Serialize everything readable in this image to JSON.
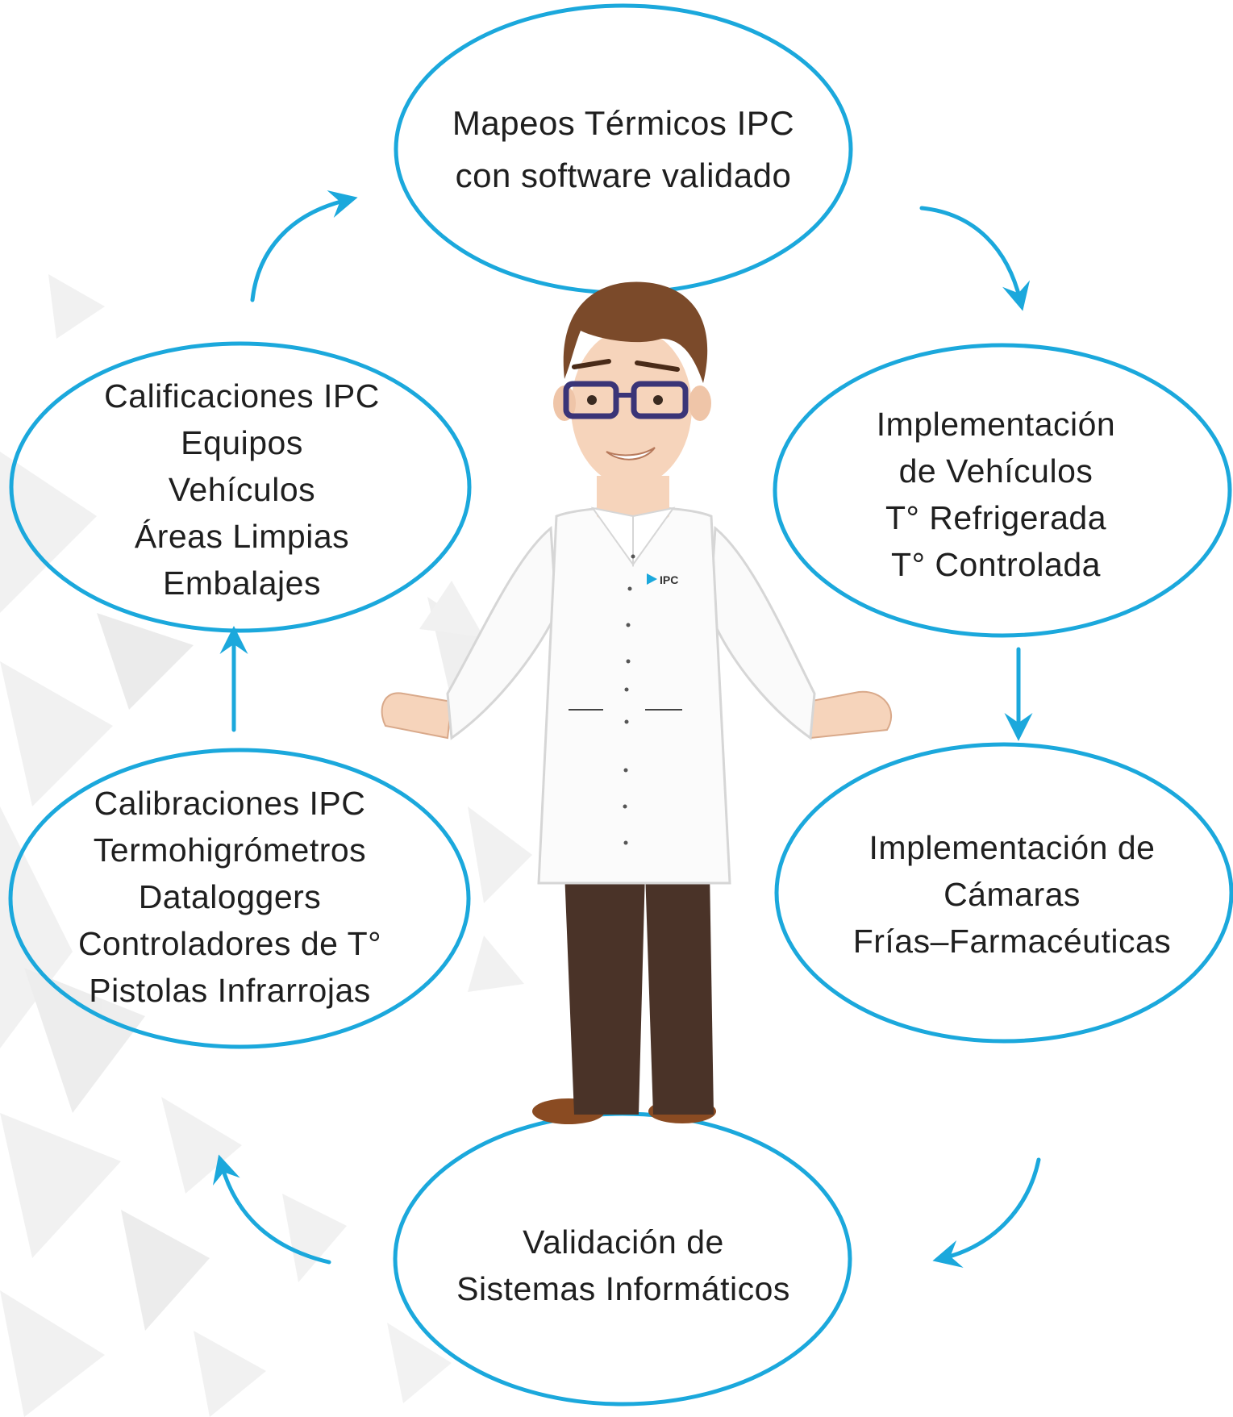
{
  "colors": {
    "accent": "#1ba8dc",
    "text": "#1f1f1f",
    "background_pattern": "#efefef"
  },
  "nodes": [
    {
      "id": "mapeos",
      "lines": [
        "Mapeos Térmicos IPC",
        "con software validado"
      ]
    },
    {
      "id": "vehiculos",
      "lines": [
        "Implementación",
        "de Vehículos",
        "T° Refrigerada",
        "T° Controlada"
      ]
    },
    {
      "id": "camaras",
      "lines": [
        "Implementación de",
        "Cámaras",
        "Frías–Farmacéuticas"
      ]
    },
    {
      "id": "validacion",
      "lines": [
        "Validación de",
        "Sistemas Informáticos"
      ]
    },
    {
      "id": "calibraciones",
      "lines": [
        "Calibraciones IPC",
        "Termohigrómetros",
        "Dataloggers",
        "Controladores de T°",
        "Pistolas Infrarrojas"
      ]
    },
    {
      "id": "calificaciones",
      "lines": [
        "Calificaciones IPC",
        "Equipos",
        "Vehículos",
        "Áreas Limpias",
        "Embalajes"
      ]
    }
  ],
  "figure": {
    "description_icon": "scientist-icon",
    "logo": "IPC"
  }
}
